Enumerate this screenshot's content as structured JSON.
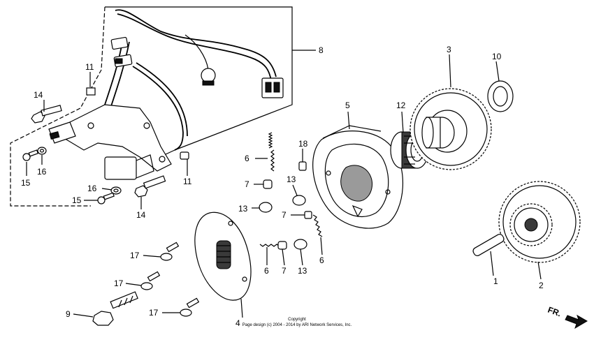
{
  "callouts": {
    "c1": "1",
    "c2": "2",
    "c3": "3",
    "c4": "4",
    "c5": "5",
    "c6a": "6",
    "c6b": "6",
    "c6c": "6",
    "c7a": "7",
    "c7b": "7",
    "c7c": "7",
    "c8": "8",
    "c9": "9",
    "c10": "10",
    "c11a": "11",
    "c11b": "11",
    "c12": "12",
    "c13a": "13",
    "c13b": "13",
    "c13c": "13",
    "c14a": "14",
    "c14b": "14",
    "c15a": "15",
    "c15b": "15",
    "c16a": "16",
    "c16b": "16",
    "c17a": "17",
    "c17b": "17",
    "c17c": "17",
    "c18": "18"
  },
  "copyright": {
    "line1": "Copyright",
    "line2": "Page design (c) 2004 - 2014 by ARI Network Services, Inc."
  },
  "direction_label": "FR."
}
